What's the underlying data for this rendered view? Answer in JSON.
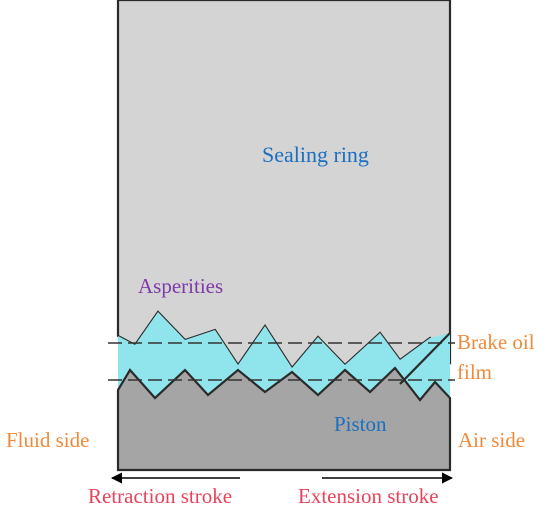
{
  "labels": {
    "sealing_ring": "Sealing ring",
    "asperities": "Asperities",
    "brake_oil_film_line1": "Brake oil",
    "brake_oil_film_line2": "film",
    "piston": "Piston",
    "fluid_side": "Fluid side",
    "air_side": "Air side",
    "retraction_stroke": "Retraction stroke",
    "extension_stroke": "Extension stroke"
  },
  "colors": {
    "sealing_ring_fill": "#d4d4d4",
    "piston_fill": "#a5a5a5",
    "oil_film_fill": "#8fe5eb",
    "outline": "#2a2a2a",
    "sealing_ring_text": "#1a6fc0",
    "piston_text": "#1a6fc0",
    "asperities_text": "#7d3aa8",
    "oil_film_text": "#f08a3a",
    "side_text": "#f08a3a",
    "stroke_text": "#e8435a"
  }
}
